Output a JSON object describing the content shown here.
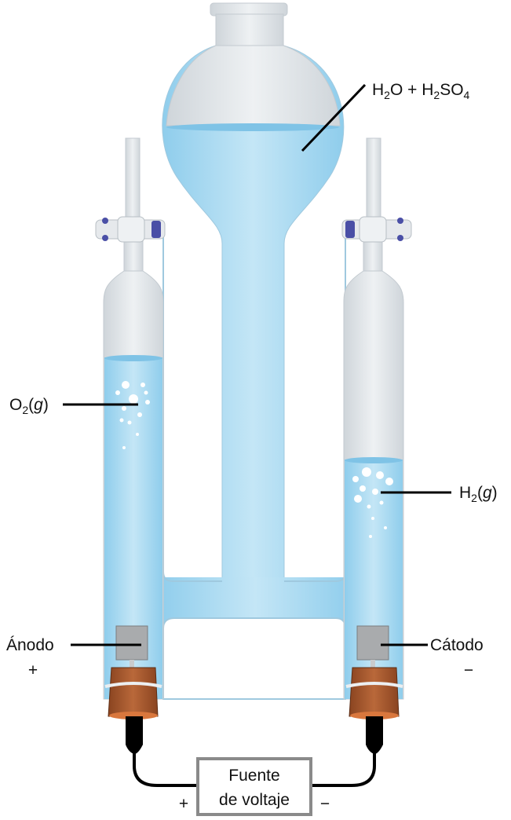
{
  "labels": {
    "solution": {
      "p1": "H",
      "s1": "2",
      "p2": "O + H",
      "s2": "2",
      "p3": "SO",
      "s3": "4"
    },
    "oxygen": {
      "p1": "O",
      "s1": "2",
      "p2": "(",
      "italic": "g",
      "p3": ")"
    },
    "hydrogen": {
      "p1": "H",
      "s1": "2",
      "p2": "(",
      "italic": "g",
      "p3": ")"
    },
    "anode": {
      "name": "Ánodo",
      "sign": "+"
    },
    "cathode": {
      "name": "Cátodo",
      "sign": "−"
    },
    "power_supply": {
      "line1": "Fuente",
      "line2": "de voltaje",
      "plus": "+",
      "minus": "−"
    }
  },
  "colors": {
    "liquid": "#a9daf2",
    "glass": "#dfe4e8",
    "stopper": "#a8572a",
    "stopcock_knob": "#4a4fa6"
  }
}
